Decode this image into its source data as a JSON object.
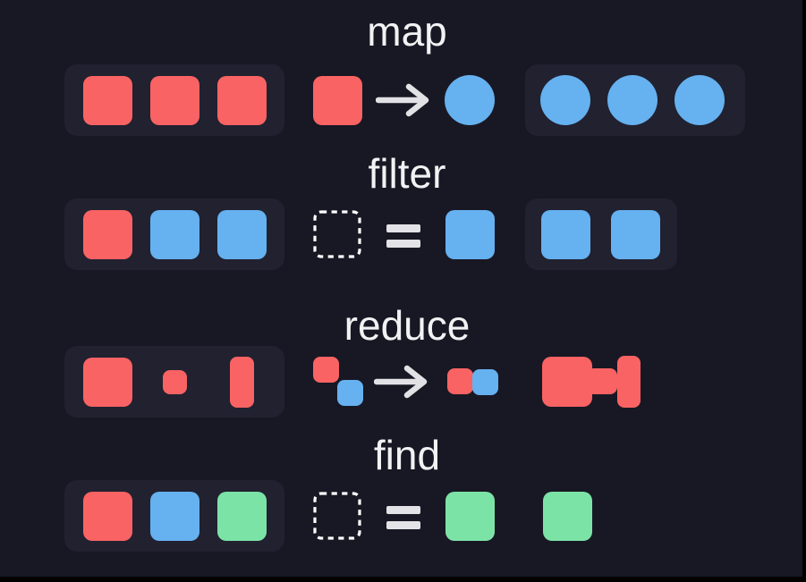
{
  "colors": {
    "background": "#181824",
    "panel": "#212130",
    "red": "#f96363",
    "blue": "#66b1f0",
    "green": "#7ce3a7",
    "title": "#f2f2f4",
    "icon": "#e3e3e7",
    "dashed": "#ffffff",
    "edge": "#000000"
  },
  "rows": [
    {
      "id": "map",
      "label": "map",
      "input": {
        "panel": true,
        "shapes": [
          {
            "kind": "square",
            "color": "red"
          },
          {
            "kind": "square",
            "color": "red"
          },
          {
            "kind": "square",
            "color": "red"
          }
        ]
      },
      "op": {
        "type": "transform",
        "symbol": "→",
        "from": {
          "kind": "square",
          "color": "red"
        },
        "to": {
          "kind": "circle",
          "color": "blue"
        }
      },
      "output": {
        "panel": true,
        "shapes": [
          {
            "kind": "circle",
            "color": "blue"
          },
          {
            "kind": "circle",
            "color": "blue"
          },
          {
            "kind": "circle",
            "color": "blue"
          }
        ]
      }
    },
    {
      "id": "filter",
      "label": "filter",
      "input": {
        "panel": true,
        "shapes": [
          {
            "kind": "square",
            "color": "red"
          },
          {
            "kind": "square",
            "color": "blue"
          },
          {
            "kind": "square",
            "color": "blue"
          }
        ]
      },
      "op": {
        "type": "match",
        "symbol": "=",
        "target": {
          "kind": "square",
          "color": "blue"
        }
      },
      "output": {
        "panel": true,
        "shapes": [
          {
            "kind": "square",
            "color": "blue"
          },
          {
            "kind": "square",
            "color": "blue"
          }
        ]
      }
    },
    {
      "id": "reduce",
      "label": "reduce",
      "input": {
        "panel": true,
        "slots": true,
        "shapes": [
          {
            "kind": "square",
            "color": "red"
          },
          {
            "kind": "square-small",
            "color": "red"
          },
          {
            "kind": "rect-tall",
            "color": "red"
          }
        ]
      },
      "op": {
        "type": "combine",
        "symbol": "→",
        "a": {
          "kind": "mini",
          "color": "red"
        },
        "b": {
          "kind": "mini",
          "color": "blue"
        },
        "result_a": {
          "kind": "mini",
          "color": "red"
        },
        "result_b": {
          "kind": "mini",
          "color": "blue"
        }
      },
      "output": {
        "panel": false,
        "shapes": [
          {
            "kind": "dumbbell",
            "color": "red"
          }
        ]
      }
    },
    {
      "id": "find",
      "label": "find",
      "input": {
        "panel": true,
        "shapes": [
          {
            "kind": "square",
            "color": "red"
          },
          {
            "kind": "square",
            "color": "blue"
          },
          {
            "kind": "square",
            "color": "green"
          }
        ]
      },
      "op": {
        "type": "match",
        "symbol": "=",
        "target": {
          "kind": "square",
          "color": "green"
        }
      },
      "output": {
        "panel": false,
        "shapes": [
          {
            "kind": "square",
            "color": "green"
          }
        ]
      }
    }
  ]
}
